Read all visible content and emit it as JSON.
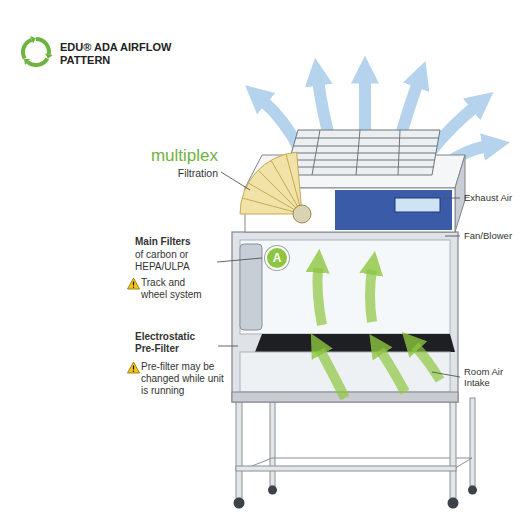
{
  "diagram": {
    "title": "EDU® ADA AIRFLOW PATTERN",
    "nodes": [
      {
        "text": [
          "A"
        ]
      }
    ],
    "labels": [
      "multiplex",
      "Filtration",
      "Exhaust Air",
      "Fan/Blower",
      "Main Filters",
      "of carbon or HEPA/ULPA",
      "Track and wheel system",
      "Electrostatic Pre-Filter",
      "Pre-filter may be changed while unit is running",
      "Room Air Intake"
    ]
  }
}
